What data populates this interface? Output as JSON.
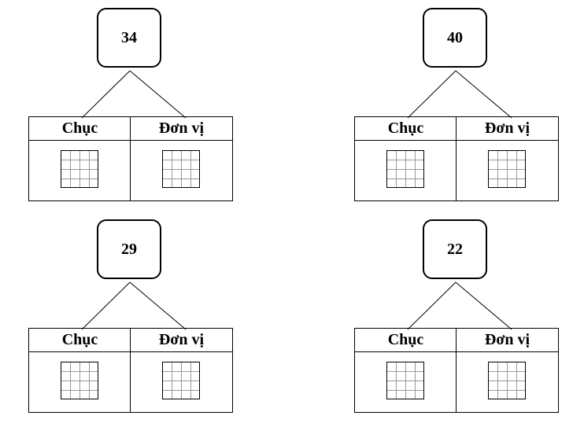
{
  "exercises": [
    {
      "number": "34",
      "tens_label": "Chục",
      "units_label": "Đơn vị"
    },
    {
      "number": "40",
      "tens_label": "Chục",
      "units_label": "Đơn vị"
    },
    {
      "number": "29",
      "tens_label": "Chục",
      "units_label": "Đơn vị"
    },
    {
      "number": "22",
      "tens_label": "Chục",
      "units_label": "Đơn vị"
    }
  ]
}
